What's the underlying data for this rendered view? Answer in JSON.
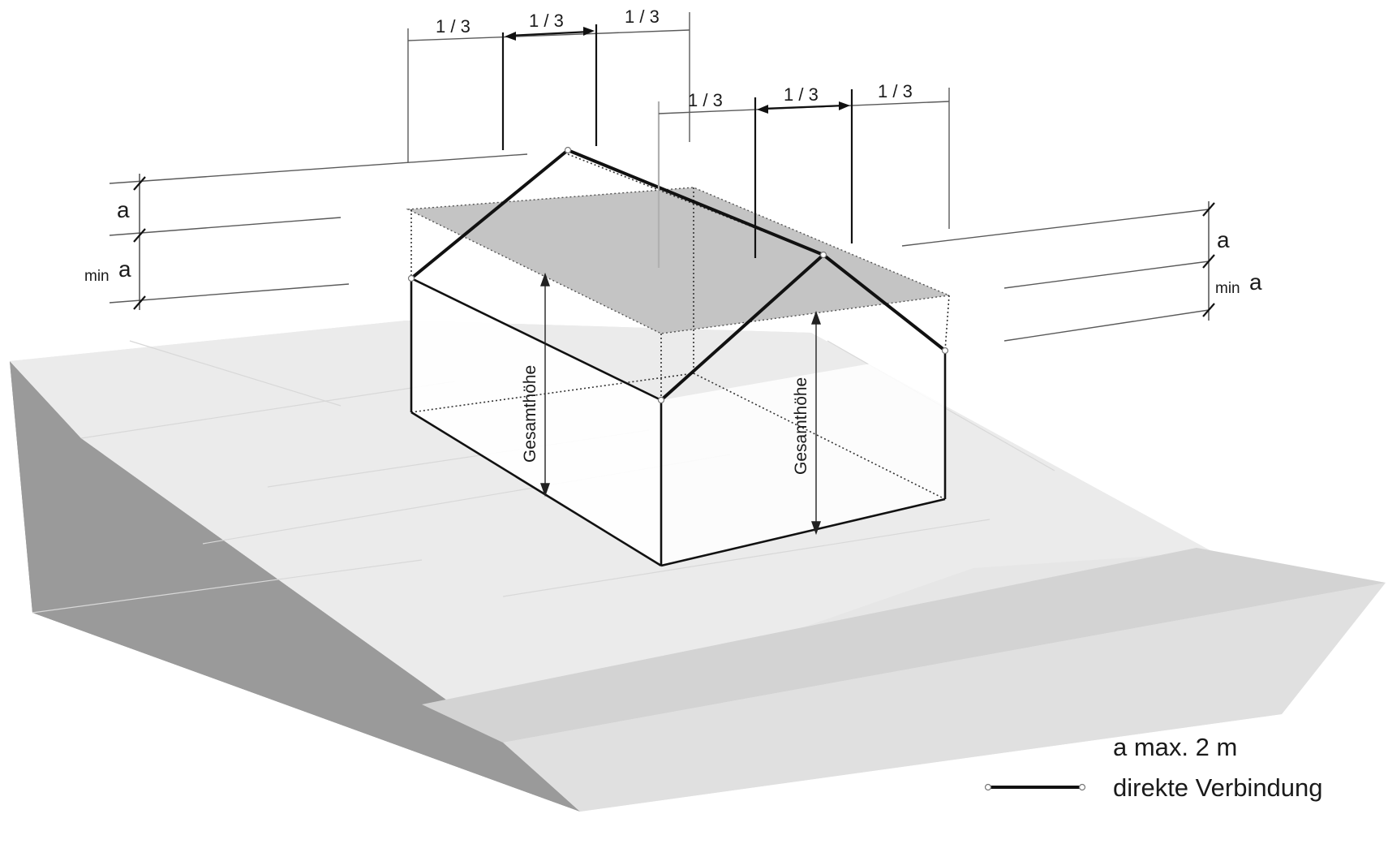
{
  "dimension_labels": {
    "left_ridge": [
      "1 / 3",
      "1 / 3",
      "1 / 3"
    ],
    "right_ridge": [
      "1 / 3",
      "1 / 3",
      "1 / 3"
    ]
  },
  "side_labels": {
    "left_a": "a",
    "left_min": "min",
    "left_min_a": "a",
    "right_a": "a",
    "right_min": "min",
    "right_min_a": "a"
  },
  "height_labels": {
    "front": "Gesamthöhe",
    "back": "Gesamthöhe"
  },
  "legend": {
    "a_definition": "a  max. 2 m",
    "line_label": "direkte Verbindung"
  },
  "colors": {
    "slope_dark": "#8a8a8a",
    "terrain_light": "#e4e4e4",
    "road": "#d2d2d2",
    "roof_plane": "#bdbdbd",
    "line": "#111111"
  }
}
